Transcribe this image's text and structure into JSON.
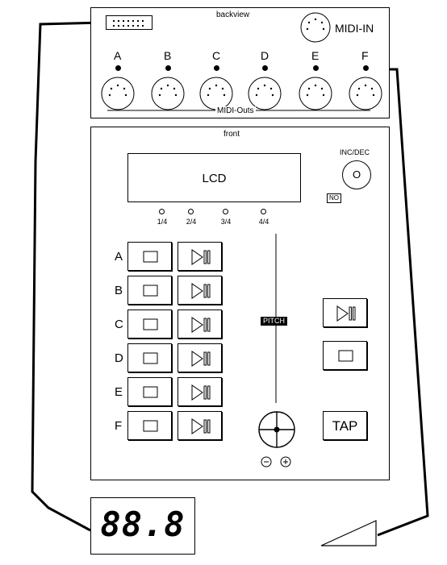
{
  "backview": {
    "title": "backview",
    "midi_in_label": "MIDI-IN",
    "midi_outs_label": "MIDI-Outs",
    "outputs": [
      "A",
      "B",
      "C",
      "D",
      "E",
      "F"
    ]
  },
  "front": {
    "title": "front",
    "lcd_label": "LCD",
    "incdec_label": "INC/DEC",
    "incdec_knob_label": "O",
    "no_badge": "NO",
    "beats": [
      "1/4",
      "2/4",
      "3/4",
      "4/4"
    ],
    "tracks": [
      "A",
      "B",
      "C",
      "D",
      "E",
      "F"
    ],
    "pitch_label": "PITCH",
    "tap_label": "TAP"
  },
  "display": {
    "value": "88.8"
  }
}
